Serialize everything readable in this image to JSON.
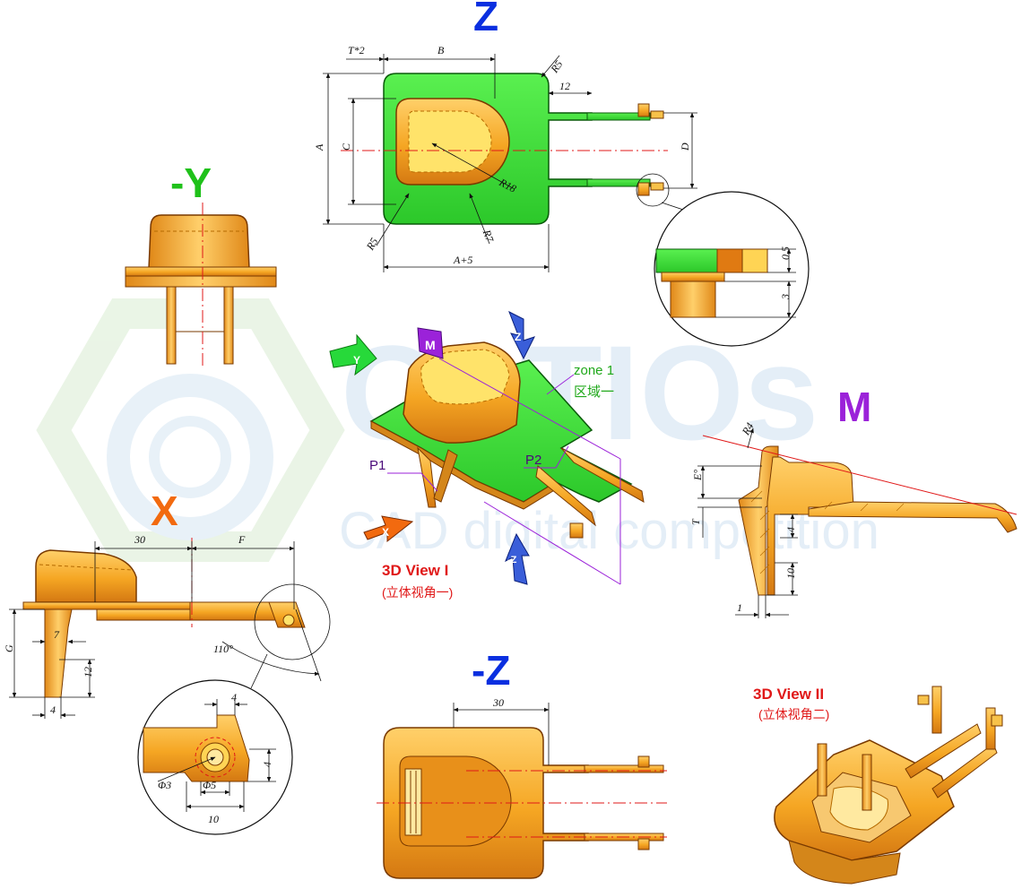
{
  "colors": {
    "orange": "#f5a623",
    "orange_dark": "#c76a10",
    "green": "#3ee03a",
    "yellow": "#ffe36a",
    "blue_title": "#0a2fe0",
    "green_title": "#1fc11a",
    "orange_title": "#f26a0f",
    "purple_title": "#9b22d9",
    "red_caption": "#e01818",
    "watermark": "#cfe1f2"
  },
  "views": {
    "z": "Z",
    "neg_y": "-Y",
    "x": "X",
    "m": "M",
    "neg_z": "-Z"
  },
  "view_3d_1": {
    "title": "3D View I",
    "subtitle": "(立体视角一)"
  },
  "view_3d_2": {
    "title": "3D View II",
    "subtitle": "(立体视角二)"
  },
  "labels": {
    "zone": "zone 1",
    "zone_cn": "区域一",
    "p1": "P1",
    "p2": "P2",
    "m_tag": "M",
    "arrow_y": "Y",
    "arrow_z": "Z",
    "arrow_x": "X",
    "arrow_neg_z": "-Z"
  },
  "watermark": {
    "logo": "CoTIOs",
    "tagline": "CAD digital competition"
  },
  "dims_z": {
    "t2": "T*2",
    "b": "B",
    "r5_top": "R5",
    "d12": "12",
    "a": "A",
    "c": "C",
    "d": "D",
    "r18": "R18",
    "r5_bottom": "R5",
    "r7": "R7",
    "a5": "A+5",
    "d05": "0.5",
    "d3": "3"
  },
  "dims_x": {
    "d30": "30",
    "f": "F",
    "g": "G",
    "d7": "7",
    "d12": "12",
    "d4": "4",
    "ang": "110°",
    "d4_top": "4",
    "phi3": "Φ3",
    "d4_side": "4",
    "phi5": "Φ5",
    "d10": "10"
  },
  "dims_m": {
    "r4": "R4",
    "e": "E°",
    "t": "T",
    "d4": "4",
    "d10": "10",
    "d1": "1"
  },
  "dims_negz": {
    "d30": "30"
  }
}
